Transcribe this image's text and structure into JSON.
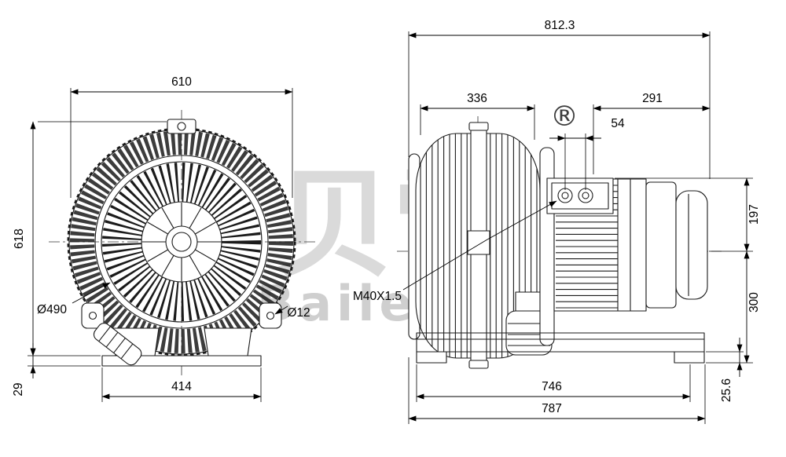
{
  "watermark": {
    "cjk": "贝雷",
    "latin": "Bailey",
    "registered": "®"
  },
  "front_view": {
    "overall_width": "610",
    "overall_height": "618",
    "impeller_diameter": "Ø490",
    "hole_diameter": "Ø12",
    "foot_span": "414",
    "base_height": "29"
  },
  "side_view": {
    "overall_length": "812.3",
    "housing_length": "336",
    "motor_length": "291",
    "gland_spacing": "54",
    "height_above_axis": "197",
    "axis_to_base": "300",
    "base_length": "746",
    "overall_base_length": "787",
    "pad_height": "25.6",
    "gland_thread": "M40X1.5"
  }
}
